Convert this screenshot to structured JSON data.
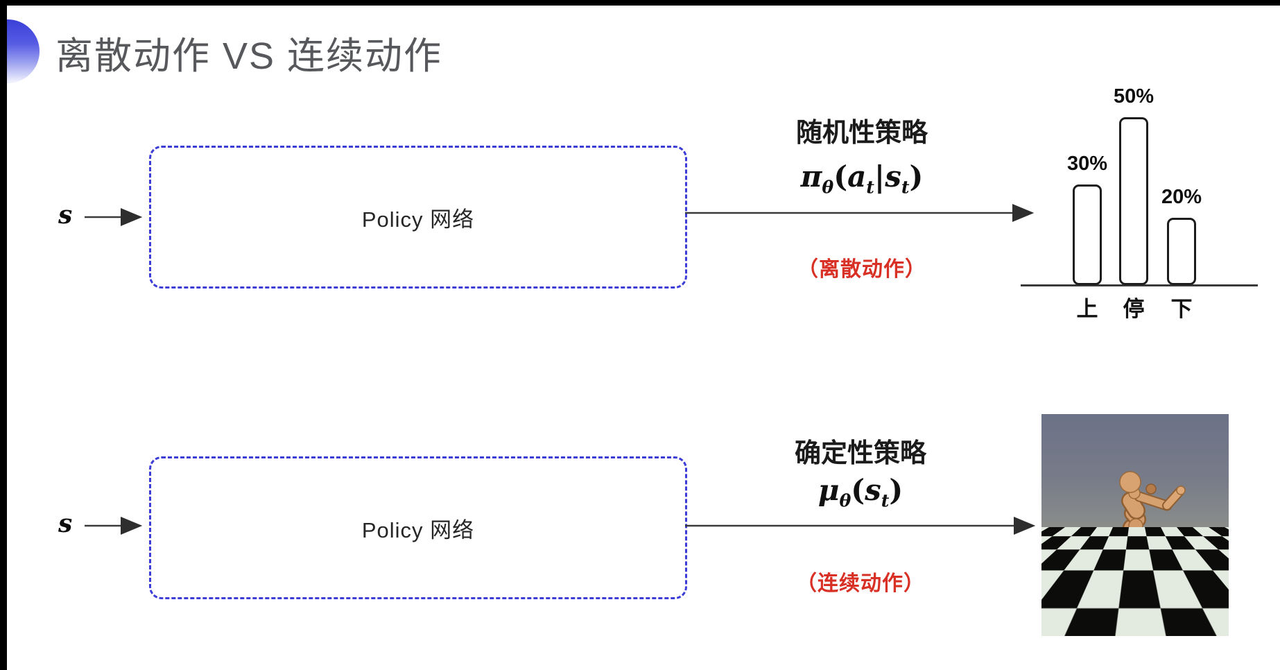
{
  "page_title": "离散动作 VS 连续动作",
  "rows": {
    "stochastic": {
      "input_label": "s",
      "box_label": "Policy 网络",
      "policy_type": "随机性策略",
      "formula": {
        "symbol": "π",
        "symbol_sub": "θ",
        "open": "(",
        "arg1": "a",
        "arg1_sub": "t",
        "separator": "|",
        "arg2": "s",
        "arg2_sub": "t",
        "close": ")"
      },
      "action_note": "（离散动作）"
    },
    "deterministic": {
      "input_label": "s",
      "box_label": "Policy 网络",
      "policy_type": "确定性策略",
      "formula": {
        "symbol": "μ",
        "symbol_sub": "θ",
        "open": "(",
        "arg1": "s",
        "arg1_sub": "t",
        "close": ")"
      },
      "action_note": "（连续动作）"
    }
  },
  "chart_data": {
    "type": "bar",
    "title": "",
    "xlabel": "",
    "ylabel": "",
    "categories": [
      "上",
      "停",
      "下"
    ],
    "values": [
      30,
      50,
      20
    ],
    "value_labels": [
      "30%",
      "50%",
      "20%"
    ],
    "ylim": [
      0,
      55
    ],
    "grid": false,
    "legend": "none",
    "bar_style": "outlined-rounded-white"
  },
  "illustration": {
    "name": "mujoco-humanoid-on-checkerboard",
    "description": "simulated humanoid robot running on black-and-white checkered floor under gray sky"
  },
  "colors": {
    "accent_blue_dash": "#3c3cd9",
    "note_red": "#d93025",
    "title_gray": "#57585c",
    "line_dark": "#3a3a3a",
    "sky_gray_blue": "#6c7287",
    "robot_tan": "#d49c6c"
  }
}
